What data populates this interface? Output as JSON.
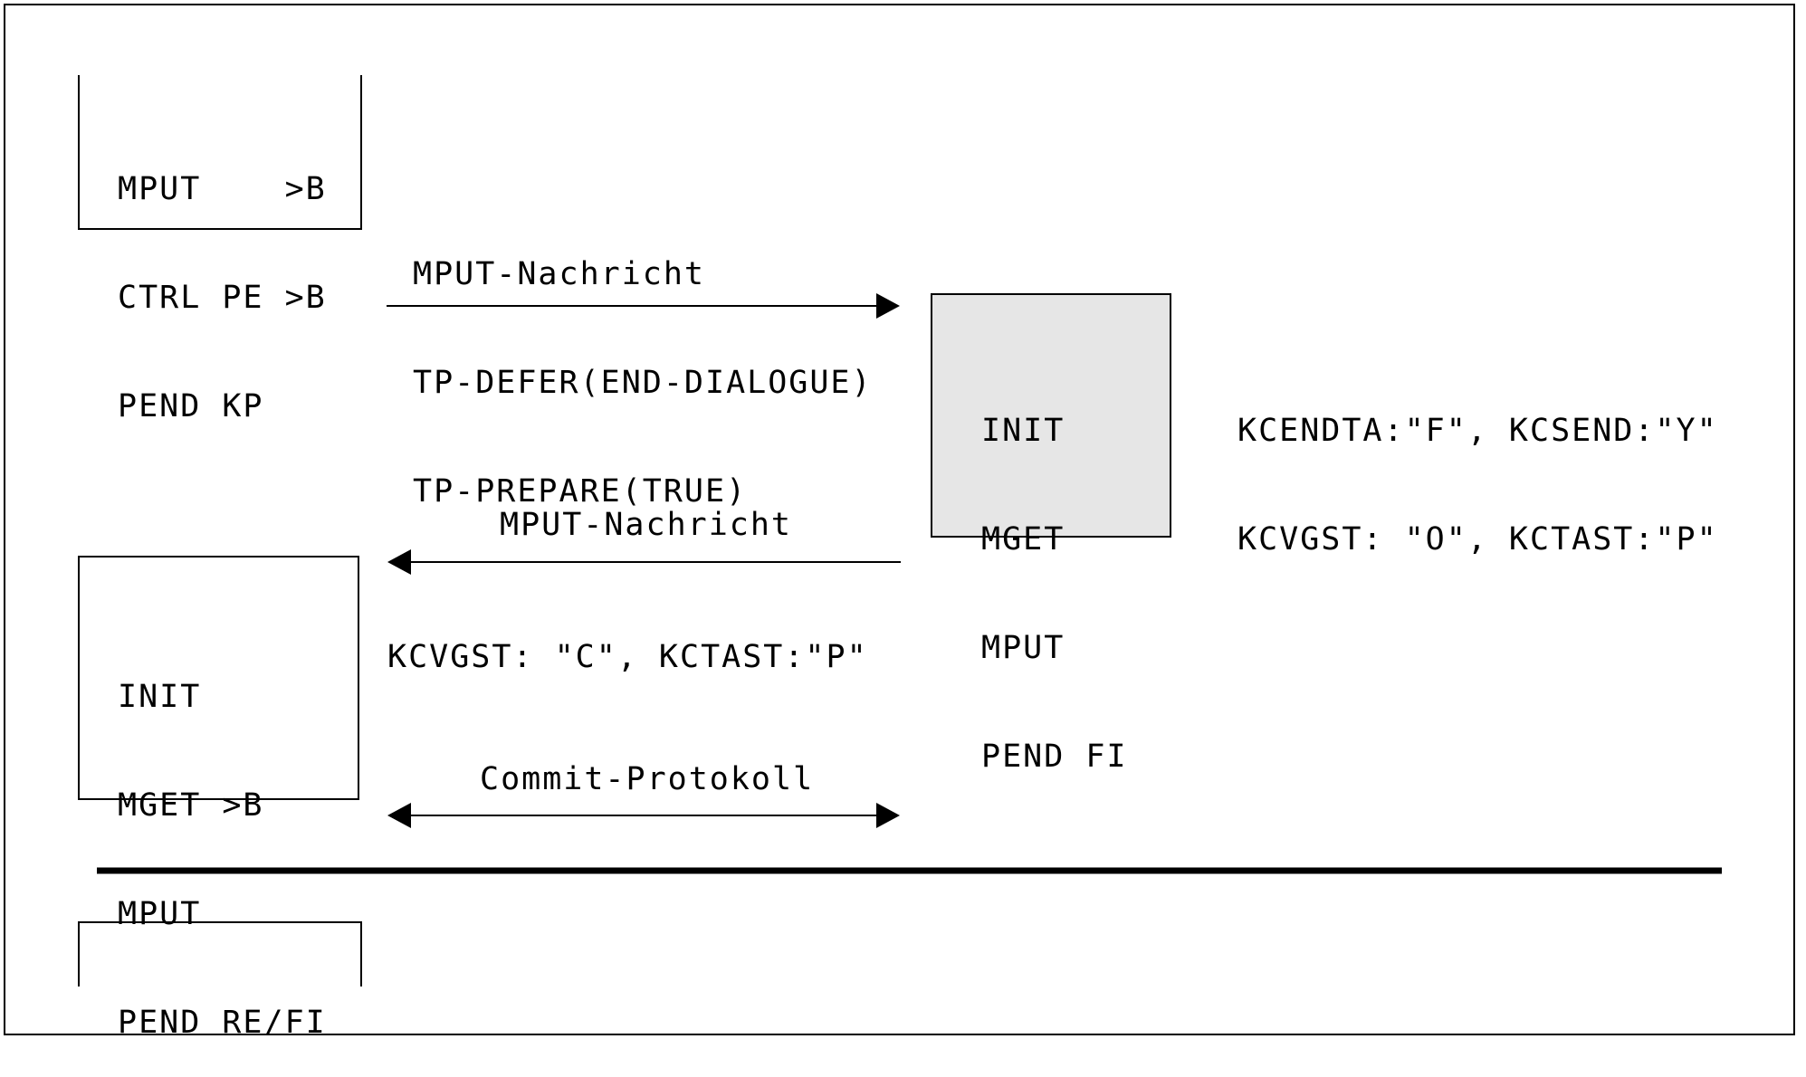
{
  "box_a": {
    "lines": [
      "MPUT    >B",
      "CTRL PE >B",
      "PEND KP"
    ]
  },
  "box_b": {
    "lines": [
      "INIT",
      "MGET",
      "MPUT",
      "PEND FI"
    ]
  },
  "box_c": {
    "lines": [
      "INIT",
      "MGET >B",
      "MPUT",
      "PEND RE/FI"
    ]
  },
  "msg1": {
    "lines": [
      "MPUT-Nachricht",
      "TP-DEFER(END-DIALOGUE)",
      "TP-PREPARE(TRUE)"
    ]
  },
  "msg2": {
    "label": "MPUT-Nachricht"
  },
  "msg3": {
    "label": "Commit-Protokoll"
  },
  "status_b": {
    "lines": [
      "KCENDTA:\"F\", KCSEND:\"Y\"",
      "KCVGST: \"O\", KCTAST:\"P\""
    ]
  },
  "status_c": {
    "label": "KCVGST: \"C\", KCTAST:\"P\""
  },
  "colors": {
    "box_b_fill": "#e6e6e6",
    "line": "#000000"
  }
}
